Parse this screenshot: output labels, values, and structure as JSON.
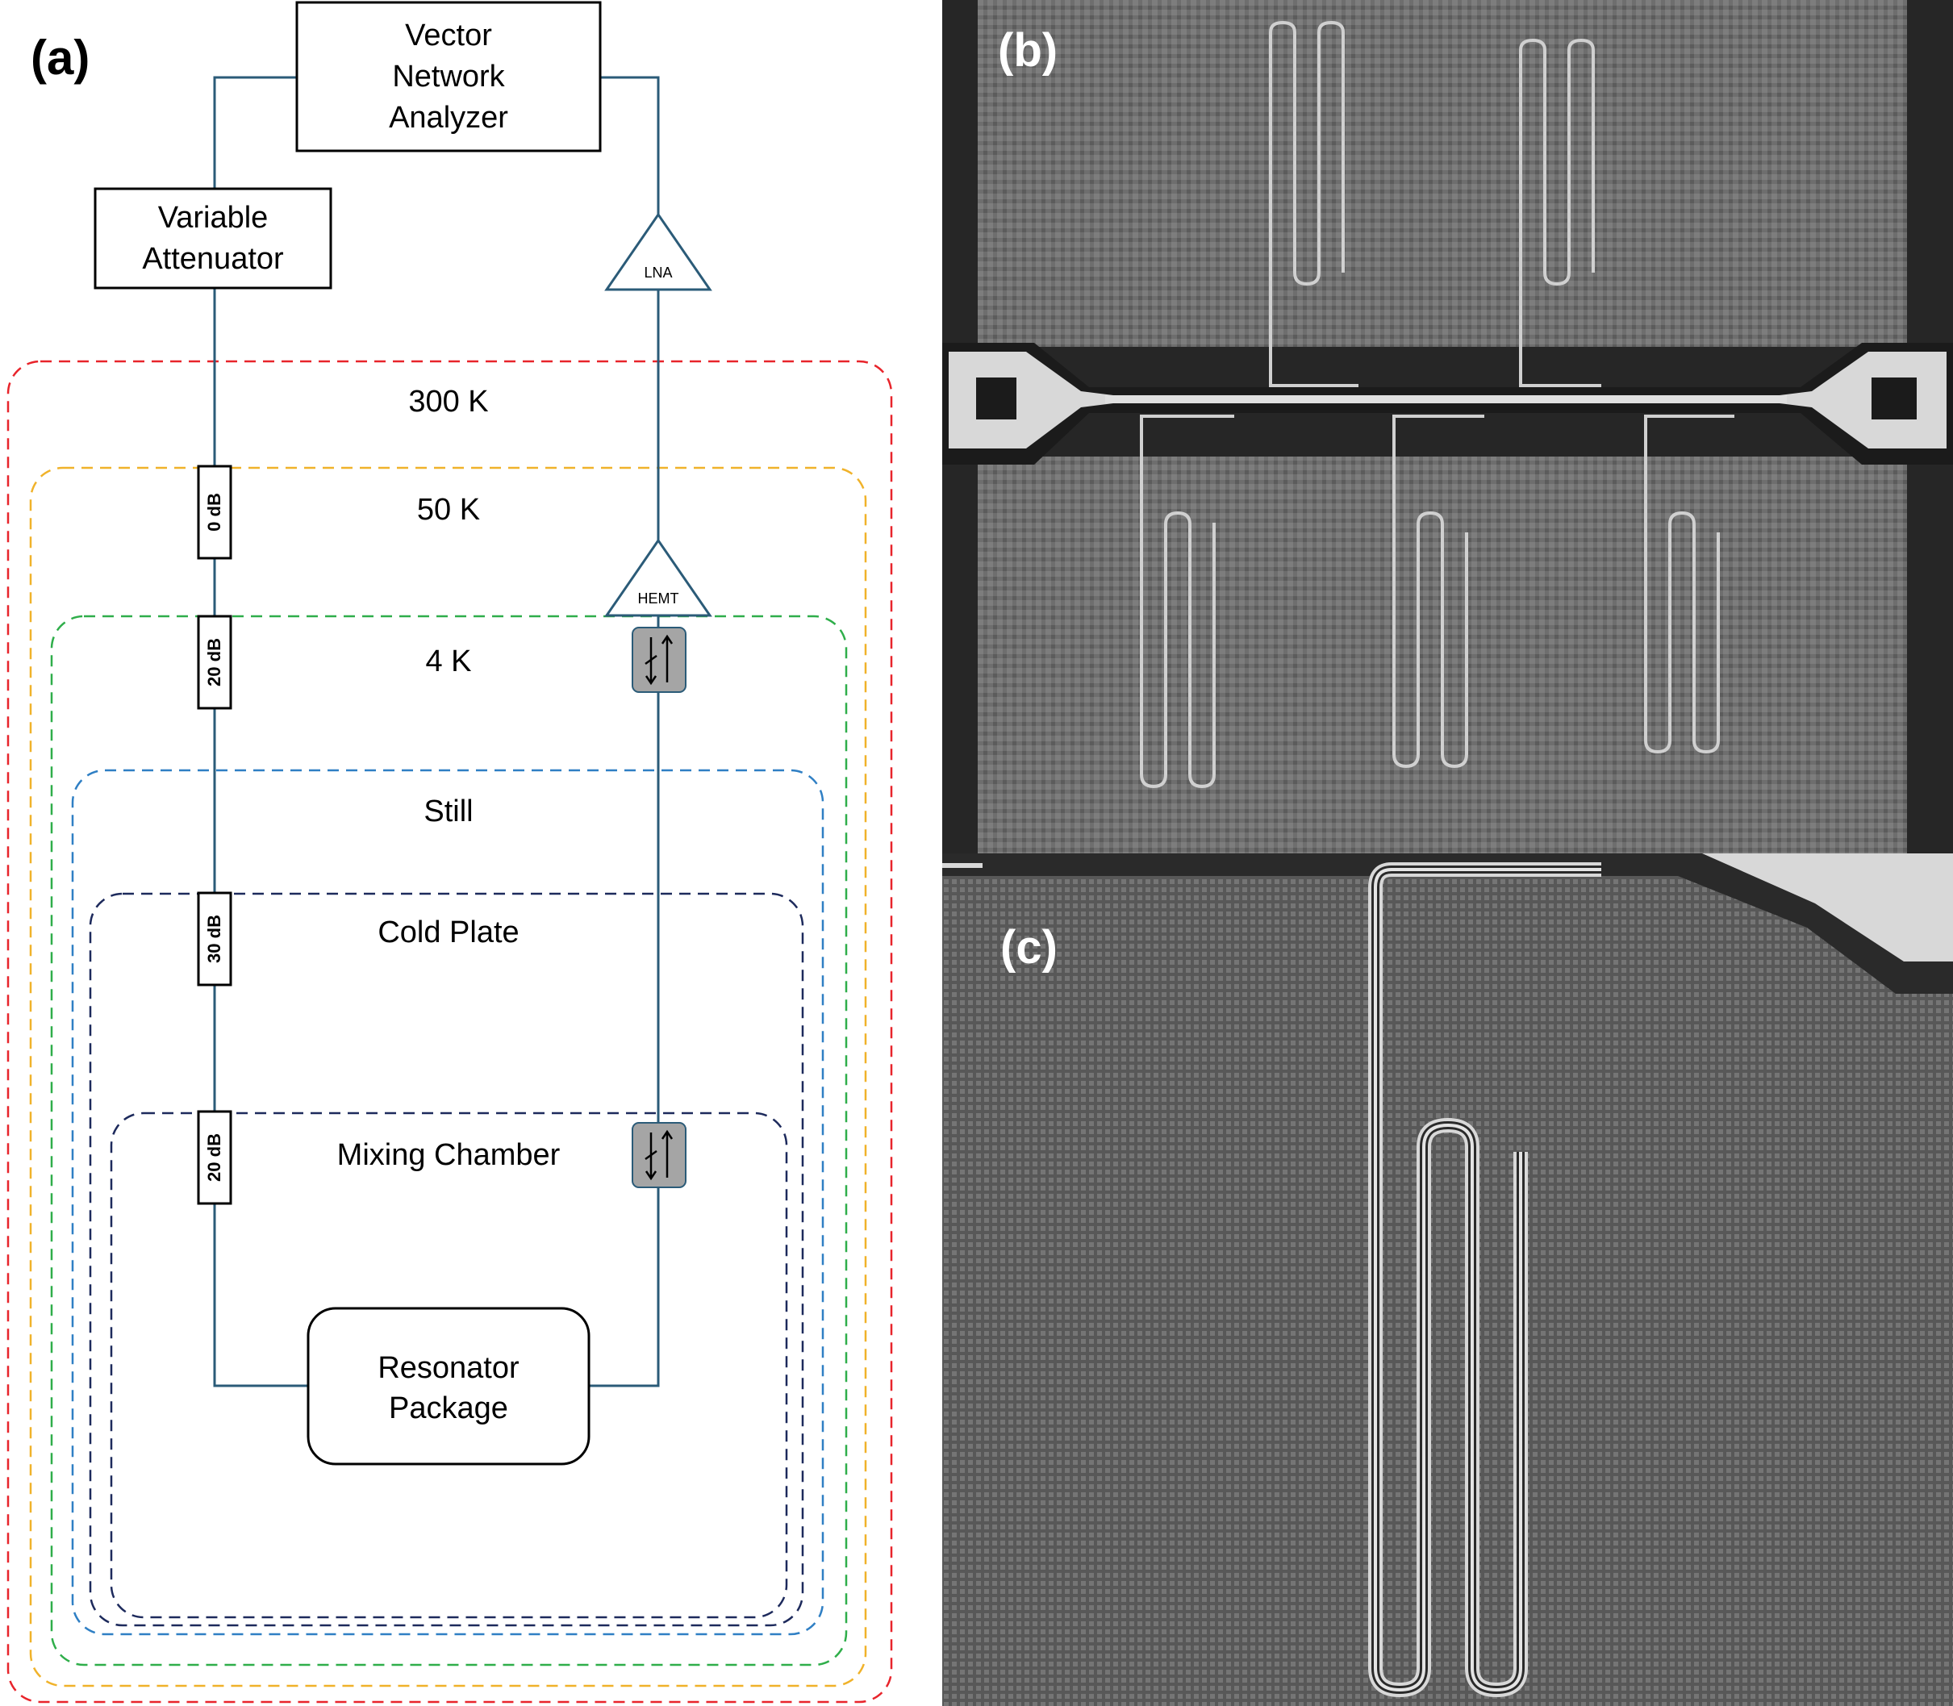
{
  "panels": {
    "a": {
      "label": "(a)"
    },
    "b": {
      "label": "(b)"
    },
    "c": {
      "label": "(c)"
    }
  },
  "diagram": {
    "vna_lines": [
      "Vector",
      "Network",
      "Analyzer"
    ],
    "attenuator_lines": [
      "Variable",
      "Attenuator"
    ],
    "lna_label": "LNA",
    "hemt_label": "HEMT",
    "package_lines": [
      "Resonator",
      "Package"
    ],
    "stages": {
      "k300": "300 K",
      "k50": "50 K",
      "k4": "4 K",
      "still": "Still",
      "cold_plate": "Cold Plate",
      "mixing_chamber": "Mixing Chamber"
    },
    "attenuators": {
      "att_0": "0 dB",
      "att_20a": "20 dB",
      "att_30": "30 dB",
      "att_20b": "20 dB"
    }
  },
  "colors": {
    "line": "#2b5b78",
    "stage_300K": "#e8242b",
    "stage_50K": "#f0b22a",
    "stage_4K": "#2fae4a",
    "stage_still": "#2f7fc4",
    "stage_cold_plate": "#1d2a5c",
    "stage_mixing_chamber": "#1d2a5c",
    "isolator_fill": "#a5a5a5",
    "chip_background": "#6a6a6a",
    "chip_dark": "#262626",
    "metal": "#d8d8d8"
  },
  "icons": {
    "isolator": "isolator-icon",
    "amplifier": "amplifier-triangle-icon"
  }
}
